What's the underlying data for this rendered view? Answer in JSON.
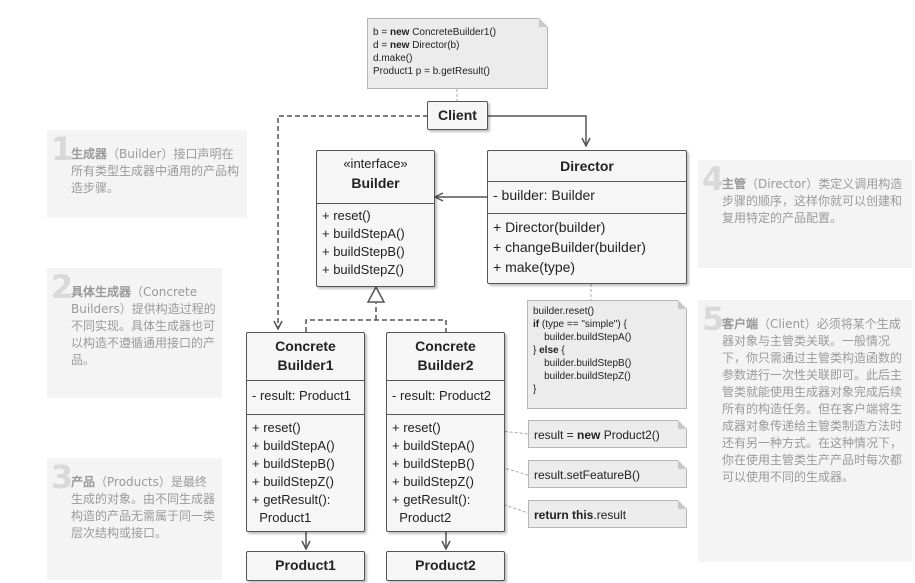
{
  "client_note": {
    "lines": [
      [
        {
          "t": "b = "
        },
        {
          "t": "new",
          "b": true
        },
        {
          "t": " ConcreteBuilder1()"
        }
      ],
      [
        {
          "t": "d = "
        },
        {
          "t": "new",
          "b": true
        },
        {
          "t": " Director(b)"
        }
      ],
      [
        {
          "t": "d.make()"
        }
      ],
      [
        {
          "t": "Product1 p = b.getResult()"
        }
      ]
    ]
  },
  "client": {
    "label": "Client"
  },
  "builder": {
    "stereotype": "«interface»",
    "name": "Builder",
    "methods": [
      "+ reset()",
      "+ buildStepA()",
      "+ buildStepB()",
      "+ buildStepZ()"
    ]
  },
  "director": {
    "name": "Director",
    "fields": [
      "- builder: Builder"
    ],
    "methods": [
      "+ Director(builder)",
      "+ changeBuilder(builder)",
      "+ make(type)"
    ]
  },
  "make_note": {
    "lines": [
      [
        {
          "t": "builder.reset()"
        }
      ],
      [
        {
          "t": "if",
          "b": true
        },
        {
          "t": " (type == \"simple\") {"
        }
      ],
      [
        {
          "t": "    builder.buildStepA()"
        }
      ],
      [
        {
          "t": "} "
        },
        {
          "t": "else",
          "b": true
        },
        {
          "t": " {"
        }
      ],
      [
        {
          "t": "    builder.buildStepB()"
        }
      ],
      [
        {
          "t": "    builder.buildStepZ()"
        }
      ],
      [
        {
          "t": "}"
        }
      ]
    ]
  },
  "concrete1": {
    "name_line1": "Concrete",
    "name_line2": "Builder1",
    "fields": [
      "- result: Product1"
    ],
    "methods": [
      "+ reset()",
      "+ buildStepA()",
      "+ buildStepB()",
      "+ buildStepZ()",
      "+ getResult():",
      "  Product1"
    ]
  },
  "concrete2": {
    "name_line1": "Concrete",
    "name_line2": "Builder2",
    "fields": [
      "- result: Product2"
    ],
    "methods": [
      "+ reset()",
      "+ buildStepA()",
      "+ buildStepB()",
      "+ buildStepZ()",
      "+ getResult():",
      "  Product2"
    ]
  },
  "reset_note": {
    "lines": [
      [
        {
          "t": "result = "
        },
        {
          "t": "new",
          "b": true
        },
        {
          "t": " Product2()"
        }
      ]
    ]
  },
  "featureb_note": {
    "lines": [
      [
        {
          "t": "result.setFeatureB()"
        }
      ]
    ]
  },
  "getresult_note": {
    "lines": [
      [
        {
          "t": "return",
          "b": true
        },
        {
          "t": " "
        },
        {
          "t": "this",
          "b": true
        },
        {
          "t": ".result"
        }
      ]
    ]
  },
  "product1": {
    "label": "Product1"
  },
  "product2": {
    "label": "Product2"
  },
  "side_notes": [
    {
      "num": "1",
      "title": "生成器",
      "text": "（Builder）接口声明在所有类型生成器中通用的产品构造步骤。"
    },
    {
      "num": "2",
      "title": "具体生成器",
      "text": "（Concrete Builders）提供构造过程的不同实现。具体生成器也可以构造不遵循通用接口的产品。"
    },
    {
      "num": "3",
      "title": "产品",
      "text": "（Products）是最终生成的对象。由不同生成器构造的产品无需属于同一类层次结构或接口。"
    },
    {
      "num": "4",
      "title": "主管",
      "text": "（Director）类定义调用构造步骤的顺序，这样你就可以创建和复用特定的产品配置。"
    },
    {
      "num": "5",
      "title": "客户端",
      "text": "（Client）必须将某个生成器对象与主管类关联。一般情况下，你只需通过主管类构造函数的参数进行一次性关联即可。此后主管类就能使用生成器对象完成后续所有的构造任务。但在客户端将生成器对象传递给主管类制造方法时还有另一种方式。在这种情况下，你在使用主管类生产产品时每次都可以使用不同的生成器。"
    }
  ]
}
